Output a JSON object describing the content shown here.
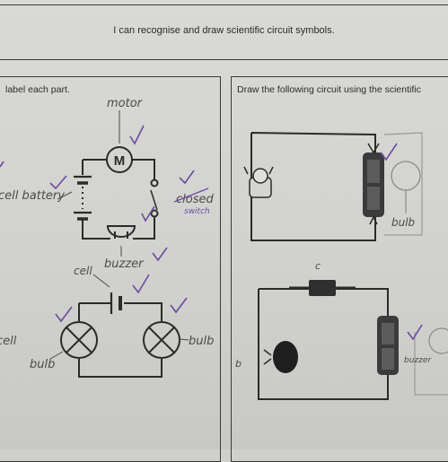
{
  "page_title": "I can recognise and draw scientific circuit symbols.",
  "left_panel": {
    "heading": "label each part.",
    "labels": {
      "motor": "motor",
      "cell_battery": "cell battery",
      "closed": "closed",
      "switch": "switch",
      "buzzer": "buzzer",
      "cell_top": "cell",
      "cell_left": "cell",
      "bulb_left": "bulb",
      "bulb_right": "bulb"
    },
    "symbols": {
      "motor_letter": "M"
    }
  },
  "right_panel": {
    "heading": "Draw the following circuit using the scientific",
    "labels": {
      "bulb_top": "bulb",
      "c": "c",
      "b": "b",
      "buzzer": "buzzer"
    }
  },
  "colors": {
    "ink": "#2b2b2b",
    "pencil": "#4a4a4a",
    "purple_pen": "#6c4aa0"
  }
}
